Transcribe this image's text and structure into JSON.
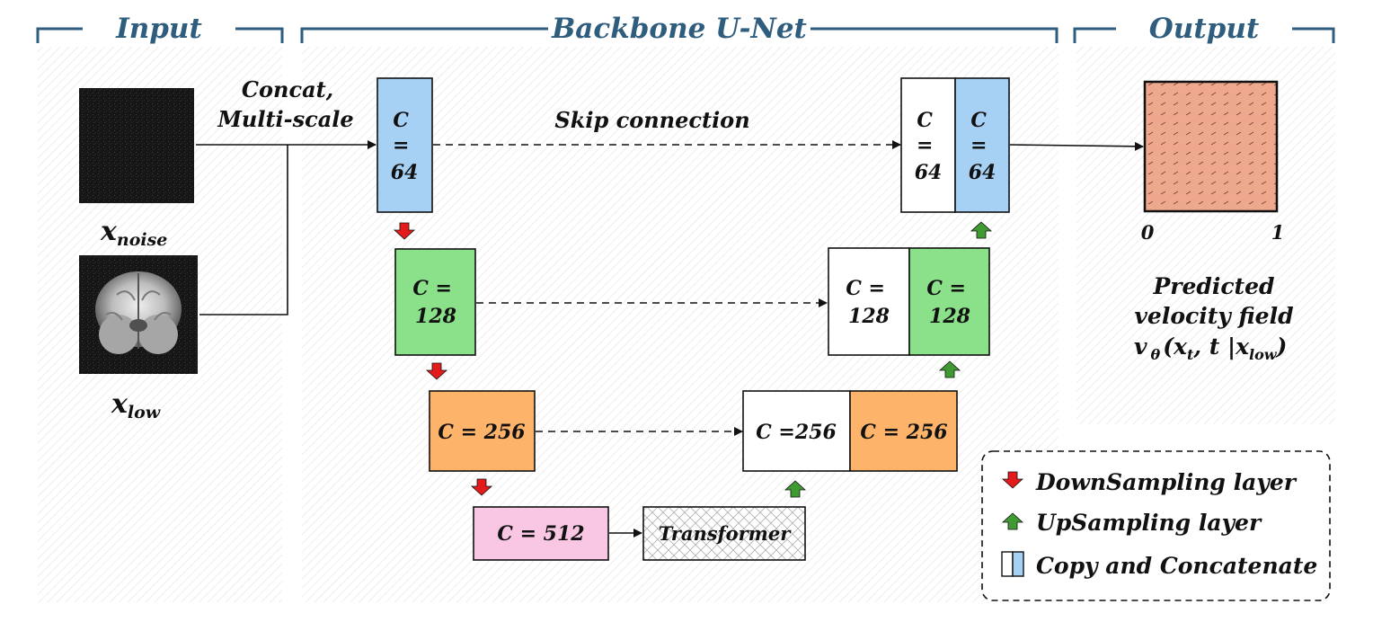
{
  "sections": {
    "input": "Input",
    "backbone": "Backbone U-Net",
    "output": "Output"
  },
  "input": {
    "noise_var": "x",
    "noise_sub": "noise",
    "low_var": "x",
    "low_sub": "low",
    "concat_label_1": "Concat,",
    "concat_label_2": "Multi-scale"
  },
  "unet": {
    "skip_label": "Skip connection",
    "enc1": [
      "C",
      "=",
      "64"
    ],
    "enc2": [
      "C =",
      "128"
    ],
    "enc3": "C = 256",
    "bottleneck": "C = 512",
    "transformer": "Transformer",
    "dec3_copy": "C =256",
    "dec3_up": "C = 256",
    "dec2_copy": [
      "C =",
      "128"
    ],
    "dec2_up": [
      "C =",
      "128"
    ],
    "dec1_copy": [
      "C",
      "=",
      "64"
    ],
    "dec1_up": [
      "C",
      "=",
      "64"
    ]
  },
  "output": {
    "axis_min": "0",
    "axis_max": "1",
    "line1": "Predicted",
    "line2": "velocity field",
    "formula": {
      "v": "v",
      "theta": "θ",
      "open": "(x",
      "t_sub": "t",
      "comma_t": ", t |x",
      "low_sub": "low",
      "close": ")"
    }
  },
  "legend": {
    "down": "DownSampling layer",
    "up": "UpSampling layer",
    "concat": "Copy and Concatenate"
  },
  "colors": {
    "title": "#2f5d7e",
    "blue": "#a7d0f5",
    "green": "#8be08a",
    "orange": "#fdb46a",
    "pink": "#f9c7e3",
    "output_fill": "#eea88e",
    "down_arrow": "#e31b1b",
    "up_arrow": "#3f9a32"
  }
}
